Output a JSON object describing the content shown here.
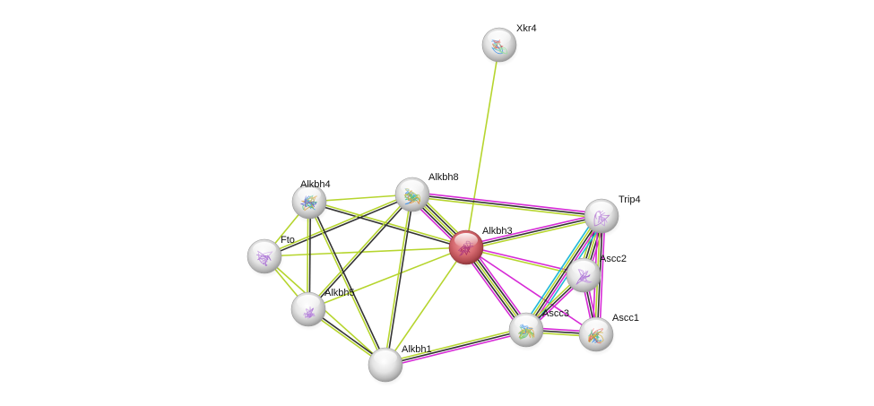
{
  "diagram": {
    "type": "protein-interaction-network",
    "edge_colors": {
      "textmining": "#b6d52e",
      "coexpression": "#333333",
      "experiments": "#d62ad6",
      "databases": "#20b8d8"
    },
    "node_colors": {
      "query": "#d9686e",
      "default": "#dcdcdc"
    },
    "nodes": [
      {
        "id": "Xkr4",
        "label": "Xkr4",
        "query": false,
        "structure_icon": "protein-structure-icon"
      },
      {
        "id": "Alkbh4",
        "label": "Alkbh4",
        "query": false,
        "structure_icon": "protein-structure-icon"
      },
      {
        "id": "Alkbh8",
        "label": "Alkbh8",
        "query": false,
        "structure_icon": "protein-structure-icon"
      },
      {
        "id": "Alkbh3",
        "label": "Alkbh3",
        "query": true,
        "structure_icon": "protein-structure-icon"
      },
      {
        "id": "Trip4",
        "label": "Trip4",
        "query": false,
        "structure_icon": "protein-structure-icon"
      },
      {
        "id": "Fto",
        "label": "Fto",
        "query": false,
        "structure_icon": "protein-structure-icon"
      },
      {
        "id": "Ascc2",
        "label": "Ascc2",
        "query": false,
        "structure_icon": "protein-structure-icon"
      },
      {
        "id": "Alkbh5",
        "label": "Alkbh5",
        "query": false,
        "structure_icon": "protein-structure-icon"
      },
      {
        "id": "Ascc3",
        "label": "Ascc3",
        "query": false,
        "structure_icon": "protein-structure-icon"
      },
      {
        "id": "Ascc1",
        "label": "Ascc1",
        "query": false,
        "structure_icon": "protein-structure-icon"
      },
      {
        "id": "Alkbh1",
        "label": "Alkbh1",
        "query": false,
        "structure_icon": null
      }
    ],
    "edges": [
      {
        "source": "Alkbh3",
        "target": "Xkr4",
        "evidence": [
          "textmining"
        ]
      },
      {
        "source": "Alkbh3",
        "target": "Alkbh8",
        "evidence": [
          "experiments",
          "coexpression",
          "textmining",
          "coexpression",
          "textmining"
        ]
      },
      {
        "source": "Alkbh3",
        "target": "Alkbh4",
        "evidence": [
          "coexpression",
          "textmining"
        ]
      },
      {
        "source": "Alkbh3",
        "target": "Fto",
        "evidence": [
          "textmining"
        ]
      },
      {
        "source": "Alkbh3",
        "target": "Alkbh5",
        "evidence": [
          "textmining"
        ]
      },
      {
        "source": "Alkbh3",
        "target": "Alkbh1",
        "evidence": [
          "textmining"
        ]
      },
      {
        "source": "Alkbh3",
        "target": "Trip4",
        "evidence": [
          "experiments",
          "coexpression",
          "textmining"
        ]
      },
      {
        "source": "Alkbh3",
        "target": "Ascc2",
        "evidence": [
          "experiments",
          "textmining"
        ]
      },
      {
        "source": "Alkbh3",
        "target": "Ascc3",
        "evidence": [
          "experiments",
          "coexpression",
          "textmining",
          "coexpression",
          "experiments"
        ]
      },
      {
        "source": "Alkbh3",
        "target": "Ascc1",
        "evidence": [
          "experiments"
        ]
      },
      {
        "source": "Alkbh8",
        "target": "Trip4",
        "evidence": [
          "experiments",
          "coexpression",
          "textmining"
        ]
      },
      {
        "source": "Alkbh8",
        "target": "Alkbh4",
        "evidence": [
          "textmining"
        ]
      },
      {
        "source": "Alkbh8",
        "target": "Fto",
        "evidence": [
          "coexpression",
          "textmining"
        ]
      },
      {
        "source": "Alkbh8",
        "target": "Alkbh5",
        "evidence": [
          "coexpression",
          "textmining"
        ]
      },
      {
        "source": "Alkbh8",
        "target": "Alkbh1",
        "evidence": [
          "coexpression",
          "textmining"
        ]
      },
      {
        "source": "Alkbh4",
        "target": "Fto",
        "evidence": [
          "textmining"
        ]
      },
      {
        "source": "Alkbh4",
        "target": "Alkbh5",
        "evidence": [
          "coexpression",
          "textmining"
        ]
      },
      {
        "source": "Alkbh4",
        "target": "Alkbh1",
        "evidence": [
          "coexpression",
          "textmining"
        ]
      },
      {
        "source": "Fto",
        "target": "Alkbh5",
        "evidence": [
          "textmining"
        ]
      },
      {
        "source": "Fto",
        "target": "Alkbh1",
        "evidence": [
          "textmining"
        ]
      },
      {
        "source": "Alkbh5",
        "target": "Alkbh1",
        "evidence": [
          "coexpression",
          "textmining"
        ]
      },
      {
        "source": "Alkbh1",
        "target": "Ascc3",
        "evidence": [
          "textmining",
          "coexpression",
          "experiments"
        ]
      },
      {
        "source": "Trip4",
        "target": "Ascc2",
        "evidence": [
          "experiments",
          "coexpression",
          "textmining",
          "coexpression",
          "textmining"
        ]
      },
      {
        "source": "Trip4",
        "target": "Ascc3",
        "evidence": [
          "databases",
          "experiments",
          "coexpression",
          "textmining",
          "databases"
        ]
      },
      {
        "source": "Trip4",
        "target": "Ascc1",
        "evidence": [
          "experiments",
          "coexpression",
          "textmining",
          "experiments"
        ]
      },
      {
        "source": "Ascc2",
        "target": "Ascc3",
        "evidence": [
          "experiments",
          "coexpression",
          "textmining"
        ]
      },
      {
        "source": "Ascc2",
        "target": "Ascc1",
        "evidence": [
          "experiments",
          "coexpression",
          "experiments"
        ]
      },
      {
        "source": "Ascc3",
        "target": "Ascc1",
        "evidence": [
          "experiments",
          "coexpression",
          "textmining"
        ]
      }
    ]
  }
}
